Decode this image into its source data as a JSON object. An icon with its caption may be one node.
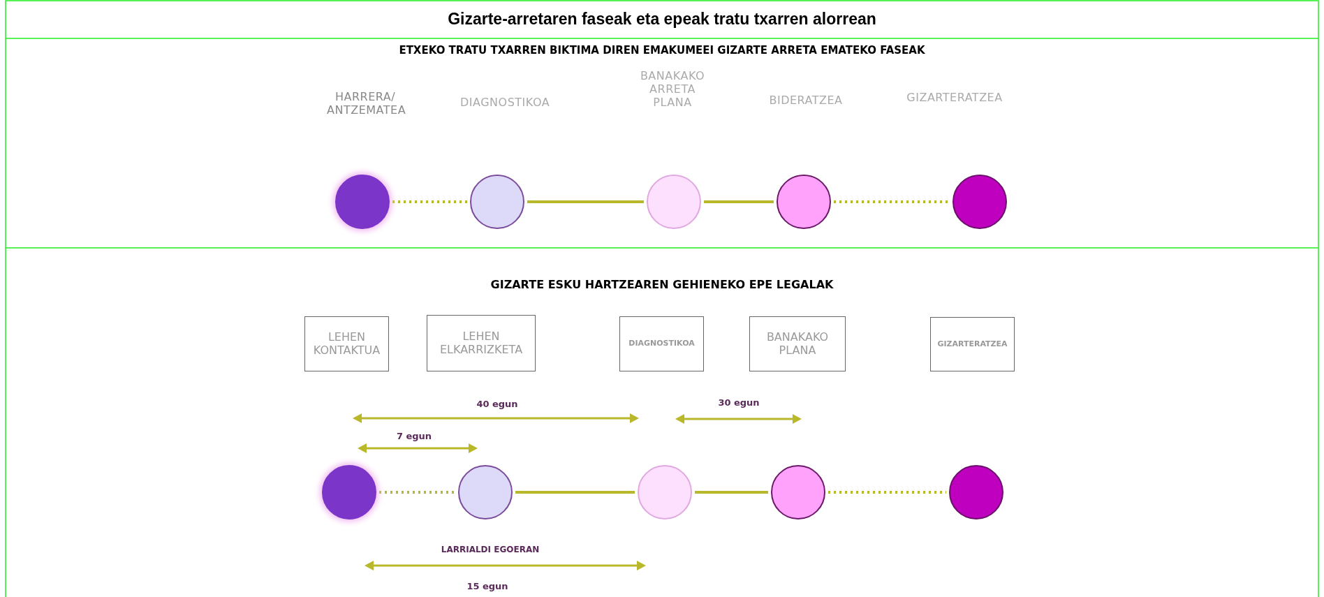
{
  "diagram": {
    "title": "Gizarte-arretaren faseak eta epeak tratu txarren alorrean",
    "nodes": [
      {
        "text": [],
        "shape": "circle"
      },
      {
        "text": [],
        "shape": "circle"
      },
      {
        "text": [],
        "shape": "circle"
      },
      {
        "text": [],
        "shape": "circle"
      },
      {
        "text": [],
        "shape": "circle"
      },
      {
        "text": [
          "LEHEN KONTAKTUA"
        ]
      },
      {
        "text": [
          "LEHEN ELKARRIZKETA"
        ]
      },
      {
        "text": [
          "DIAGNOSTIKOA"
        ]
      },
      {
        "text": [
          "BANAKAKO PLANA"
        ]
      },
      {
        "text": [
          "GIZARTERATZEA"
        ]
      },
      {
        "text": [],
        "shape": "circle"
      },
      {
        "text": [],
        "shape": "circle"
      },
      {
        "text": [],
        "shape": "circle"
      },
      {
        "text": [],
        "shape": "circle"
      },
      {
        "text": [],
        "shape": "circle"
      }
    ],
    "edges": [
      {
        "from": 0,
        "to": 1,
        "arrow": "none",
        "style": "dashed"
      },
      {
        "from": 1,
        "to": 2,
        "arrow": "none"
      },
      {
        "from": 2,
        "to": 3,
        "arrow": "none"
      },
      {
        "from": 3,
        "to": 4,
        "arrow": "none",
        "style": "dashed"
      },
      {
        "from": 10,
        "to": 11,
        "arrow": "none",
        "style": "dashed"
      },
      {
        "from": 11,
        "to": 12,
        "arrow": "none"
      },
      {
        "from": 12,
        "to": 13,
        "arrow": "none"
      },
      {
        "from": 13,
        "to": 14,
        "arrow": "none",
        "style": "dashed"
      }
    ],
    "labels": [
      "ETXEKO TRATU TXARREN BIKTIMA DIREN EMAKUMEEI GIZARTE ARRETA EMATEKO FASEAK",
      "HARRERA/ ANTZEMATEA",
      "DIAGNOSTIKOA",
      "BANAKAKO ARRETA PLANA",
      "BIDERATZEA",
      "GIZARTERATZEA",
      "GIZARTE ESKU HARTZEAREN GEHIENEKO EPE LEGALAK",
      "40 egun",
      "30 egun",
      "7 egun",
      "LARRIALDI EGOERAN",
      "15 egun"
    ]
  }
}
